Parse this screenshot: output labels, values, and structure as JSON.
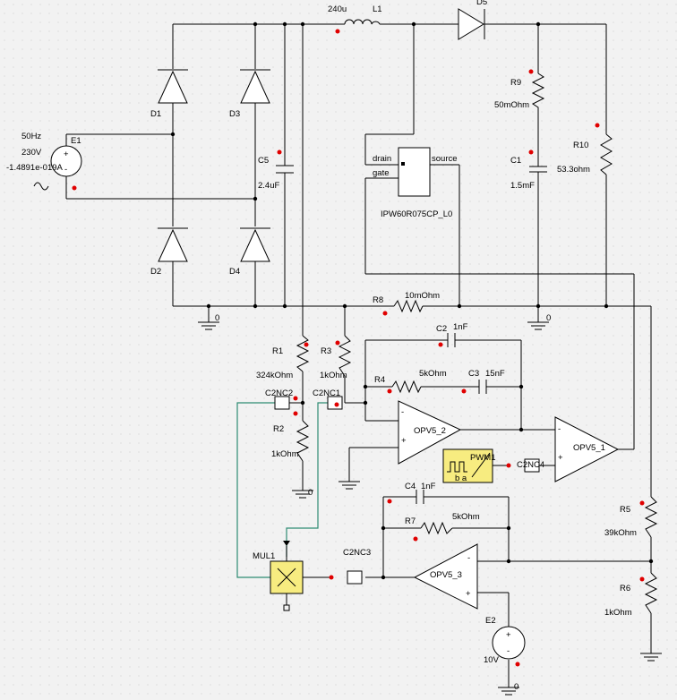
{
  "labels": {
    "L1_value": "240u",
    "L1": "L1",
    "D5": "D5",
    "D1": "D1",
    "D2": "D2",
    "D3": "D3",
    "D4": "D4",
    "E1_freq": "50Hz",
    "E1_volt": "230V",
    "E1_current": "-1.4891e-019A",
    "E1": "E1",
    "C5": "C5",
    "C5_value": "2.4uF",
    "drain": "drain",
    "gate": "gate",
    "source": "source",
    "Q1_model": "IPW60R075CP_L0",
    "R9": "R9",
    "R9_value": "50mOhm",
    "C1": "C1",
    "C1_value": "1.5mF",
    "R10": "R10",
    "R10_value": "53.3ohm",
    "R8": "R8",
    "R8_value": "10mOhm",
    "gnd_label": "0",
    "R1": "R1",
    "R1_value": "324kOhm",
    "R3": "R3",
    "R3_value": "1kOhm",
    "C2": "C2",
    "C2_value": "1nF",
    "R4": "R4",
    "R4_value": "5kOhm",
    "C3": "C3",
    "C3_value": "15nF",
    "C2NC2": "C2NC2",
    "C2NC1": "C2NC1",
    "C2NC3": "C2NC3",
    "C2NC4": "C2NC4",
    "R2": "R2",
    "R2_value": "1kOhm",
    "OPV5_2": "OPV5_2",
    "OPV5_1": "OPV5_1",
    "OPV5_3": "OPV5_3",
    "PWM1": "PWM1",
    "pwm_ab": "b a",
    "C4": "C4",
    "C4_value": "1nF",
    "R7": "R7",
    "R7_value": "5kOhm",
    "MUL1": "MUL1",
    "R5": "R5",
    "R5_value": "39kOhm",
    "R6": "R6",
    "R6_value": "1kOhm",
    "E2": "E2",
    "E2_value": "10V",
    "plus": "+",
    "minus": "-"
  }
}
